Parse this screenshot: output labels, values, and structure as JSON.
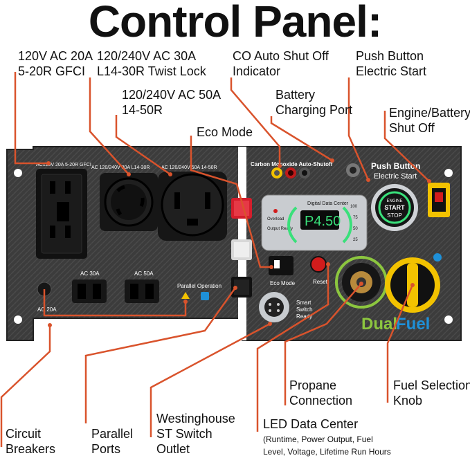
{
  "title": "Control Panel:",
  "callouts": {
    "outlet_20a": [
      "120V AC 20A",
      "5-20R GFCI"
    ],
    "outlet_30a": [
      "120/240V AC 30A",
      "L14-30R Twist Lock"
    ],
    "outlet_50a": [
      "120/240V AC 50A",
      "14-50R"
    ],
    "co_shutoff": [
      "CO Auto Shut Off",
      "Indicator"
    ],
    "push_start": [
      "Push Button",
      "Electric Start"
    ],
    "battery_port": [
      "Battery",
      "Charging Port"
    ],
    "engine_shutoff": [
      "Engine/Battery",
      "Shut Off"
    ],
    "eco_mode": "Eco Mode",
    "propane": [
      "Propane",
      "Connection"
    ],
    "fuel_knob": [
      "Fuel Selection",
      "Knob"
    ],
    "circuit_breakers": [
      "Circuit",
      "Breakers"
    ],
    "parallel_ports": [
      "Parallel",
      "Ports"
    ],
    "st_switch": [
      "Westinghouse",
      "ST Switch",
      "Outlet"
    ],
    "led_center": "LED Data Center",
    "led_center_sub": [
      "(Runtime, Power Output, Fuel",
      "Level, Voltage, Lifetime Run Hours"
    ]
  },
  "panel": {
    "label_20a": "AC120V 20A 5-20R GFCI",
    "label_30a": "AC 120/240V 30A L14-30R",
    "label_50a": "AC 120/240V 50A 14-50R",
    "label_ac30": "AC 30A",
    "label_ac50": "AC 50A",
    "label_ac20": "AC 20A",
    "parallel_operation": "Parallel Operation",
    "co_label": "Carbon Monoxide Auto-Shutoff",
    "push_button": "Push Button",
    "electric_start": "Electric Start",
    "start_top": "ENGINE",
    "start_mid": "START",
    "start_bot": "STOP",
    "data_center": "Digital Data Center",
    "readout": "P4.50",
    "overload": "Overload",
    "output_ready": "Output Ready",
    "eco_label": "Eco Mode",
    "reset_label": "Reset",
    "smart_switch": [
      "Smart",
      "Switch",
      "Ready"
    ],
    "dual": "Dual",
    "fuel": "Fuel",
    "gauge_ticks": [
      "100",
      "75",
      "50",
      "25"
    ]
  },
  "colors": {
    "callout_line": "#d9532c",
    "panel": "#3b3b3b",
    "readout": "#39e07a",
    "dual": "#8cc63f",
    "fuel": "#1e90d8",
    "yellow": "#f2c200",
    "red": "#d21c1c"
  }
}
